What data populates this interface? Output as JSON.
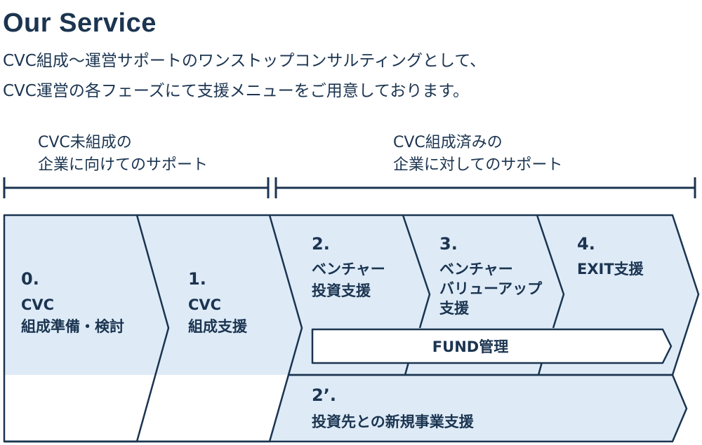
{
  "header": {
    "title": "Our Service",
    "description_line1": "CVC組成～運営サポートのワンストップコンサルティングとして、",
    "description_line2": "CVC運営の各フェーズにて支援メニューをご用意しております。"
  },
  "ranges": [
    {
      "line1": "CVC未組成の",
      "line2": "企業に向けてのサポート"
    },
    {
      "line1": "CVC組成済みの",
      "line2": "企業に対してのサポート"
    }
  ],
  "stages": [
    {
      "number": "0.",
      "lines": [
        "CVC",
        "組成準備・検討"
      ]
    },
    {
      "number": "1.",
      "lines": [
        "CVC",
        "組成支援"
      ]
    },
    {
      "number": "2.",
      "lines": [
        "ベンチャー",
        "投資支援"
      ]
    },
    {
      "number": "3.",
      "lines": [
        "ベンチャー",
        "バリューアップ",
        "支援"
      ]
    },
    {
      "number": "4.",
      "lines": [
        "EXIT支援"
      ]
    }
  ],
  "fund": {
    "label": "FUND管理"
  },
  "stage2b": {
    "number": "2’.",
    "label": "投資先との新規事業支援"
  },
  "colors": {
    "navy": "#1b3450",
    "fill": "#deebf7",
    "white": "#ffffff"
  }
}
